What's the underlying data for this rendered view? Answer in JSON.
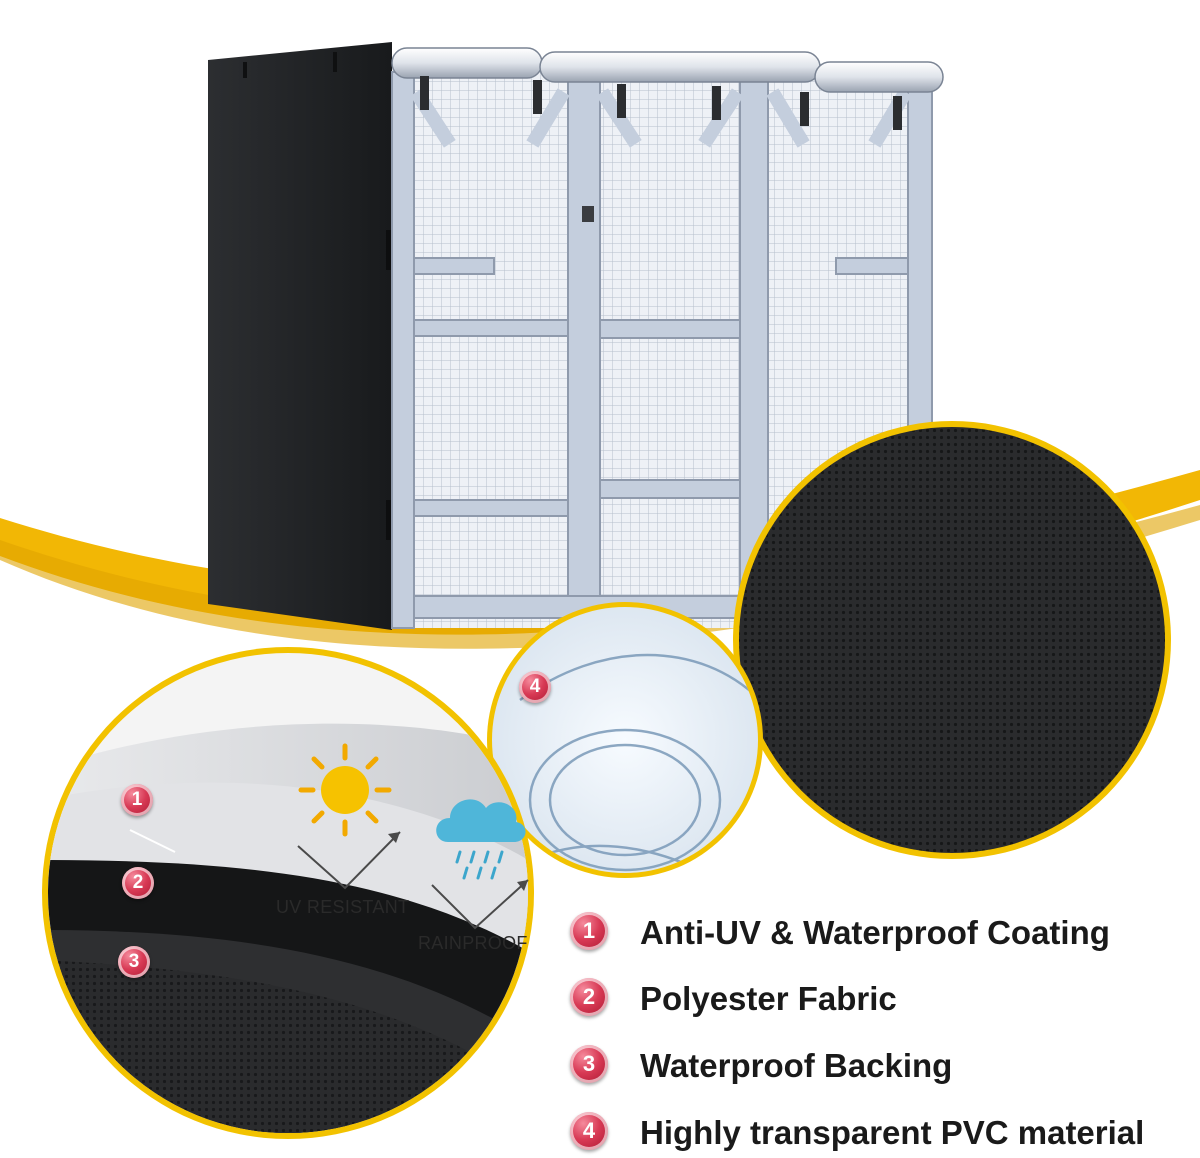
{
  "features": [
    {
      "num": "1",
      "label": "Anti-UV & Waterproof Coating"
    },
    {
      "num": "2",
      "label": "Polyester Fabric"
    },
    {
      "num": "3",
      "label": "Waterproof Backing"
    },
    {
      "num": "4",
      "label": "Highly transparent PVC material"
    }
  ],
  "layer_badges": [
    "1",
    "2",
    "3"
  ],
  "pvc_badge": "4",
  "tags": {
    "uv": "UV RESISTANT",
    "rain": "RAINPROOF"
  },
  "icons": {
    "sun": "sun-icon",
    "cloud": "rain-cloud-icon"
  },
  "colors": {
    "accent_yellow": "#f2b705",
    "badge_red": "#d83a55",
    "cover_black": "#1e1f21",
    "frame_blue": "#b8c4d8"
  }
}
